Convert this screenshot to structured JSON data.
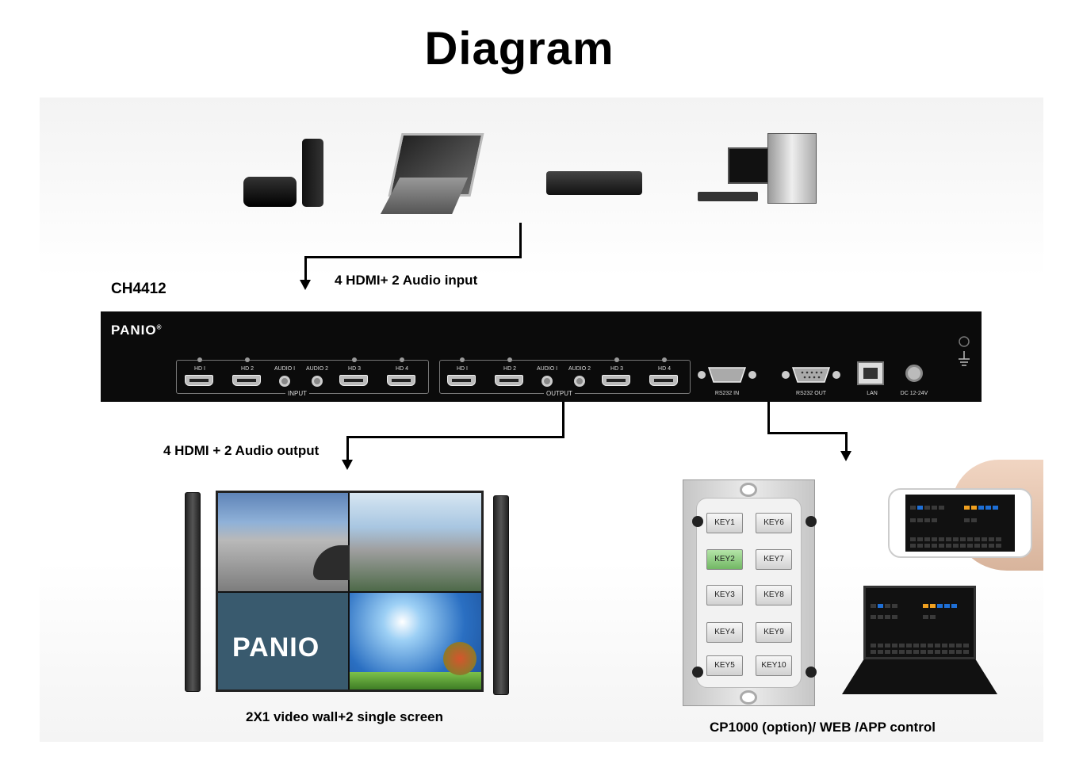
{
  "title": "Diagram",
  "device": {
    "model": "CH4412",
    "brand": "PANIO",
    "brand_mark": "®",
    "input_group": {
      "group_label": "INPUT",
      "ports": [
        "HD I",
        "HD 2",
        "AUDIO I",
        "AUDIO 2",
        "HD 3",
        "HD 4"
      ]
    },
    "output_group": {
      "group_label": "OUTPUT",
      "ports": [
        "HD I",
        "HD 2",
        "AUDIO I",
        "AUDIO 2",
        "HD 3",
        "HD 4"
      ]
    },
    "other_ports": [
      "RS232 IN",
      "RS232 OUT",
      "LAN",
      "DC 12-24V"
    ]
  },
  "labels": {
    "input": "4 HDMI+ 2 Audio input",
    "output": "4 HDMI + 2 Audio output",
    "wall": "2X1 video wall+2 single screen",
    "control": "CP1000 (option)/ WEB /APP control"
  },
  "wall_logo": "PANIO",
  "keys": [
    "KEY1",
    "KEY2",
    "KEY3",
    "KEY4",
    "KEY5",
    "KEY6",
    "KEY7",
    "KEY8",
    "KEY9",
    "KEY10"
  ],
  "active_key": "KEY2",
  "colors": {
    "device_body": "#0b0b0b",
    "key_active": "#8fd07f",
    "app_blue": "#1e6fd6",
    "app_orange": "#f0a020"
  }
}
